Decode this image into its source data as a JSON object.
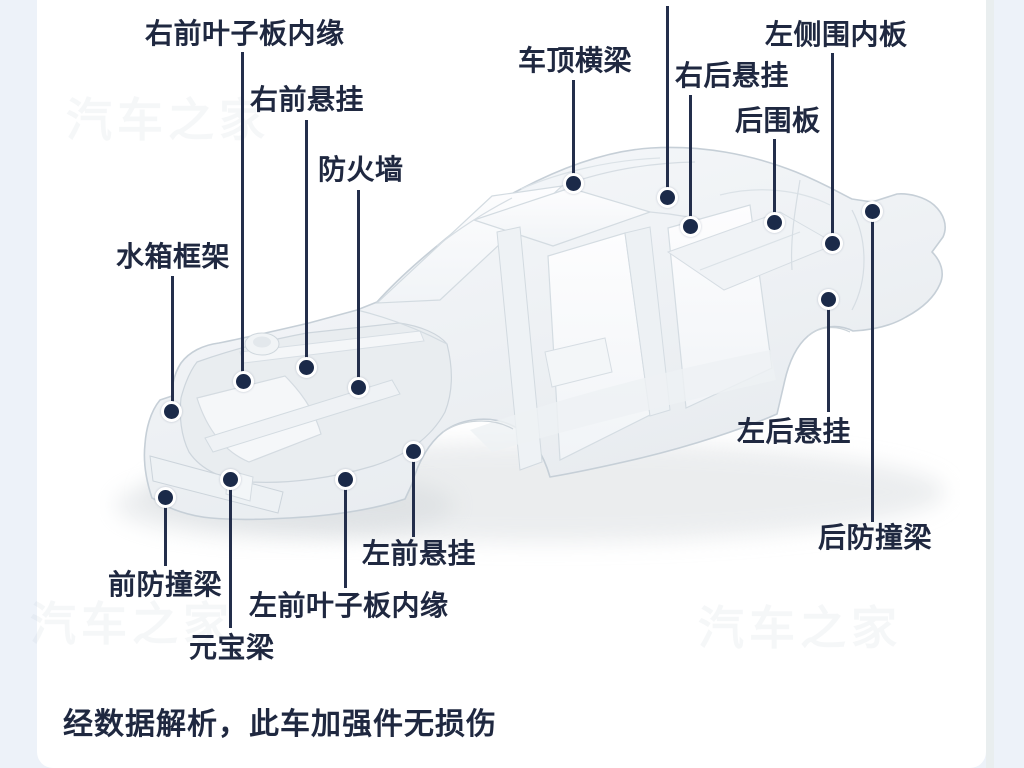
{
  "page": {
    "background_color": "#edf2f9",
    "card_color": "#ffffff",
    "accent_color": "#232e4b"
  },
  "watermark": {
    "text": "汽车之家"
  },
  "diagram": {
    "subject": "car-body-in-white-structure",
    "callouts": [
      {
        "id": "right-front-fender-inner-edge",
        "text": "右前叶子板内缘"
      },
      {
        "id": "right-front-suspension",
        "text": "右前悬挂"
      },
      {
        "id": "firewall",
        "text": "防火墙"
      },
      {
        "id": "radiator-frame",
        "text": "水箱框架"
      },
      {
        "id": "roof-crossbeam",
        "text": "车顶横梁"
      },
      {
        "id": "right-rear-suspension",
        "text": "右后悬挂"
      },
      {
        "id": "rear-panel",
        "text": "后围板"
      },
      {
        "id": "left-side-inner-panel",
        "text": "左侧围内板"
      },
      {
        "id": "left-rear-suspension",
        "text": "左后悬挂"
      },
      {
        "id": "rear-bumper-beam",
        "text": "后防撞梁"
      },
      {
        "id": "left-front-suspension",
        "text": "左前悬挂"
      },
      {
        "id": "left-front-fender-inner-edge",
        "text": "左前叶子板内缘"
      },
      {
        "id": "cradle-beam",
        "text": "元宝梁"
      },
      {
        "id": "front-bumper-beam",
        "text": "前防撞梁"
      }
    ]
  },
  "footer": {
    "conclusion": "经数据解析，此车加强件无损伤"
  }
}
